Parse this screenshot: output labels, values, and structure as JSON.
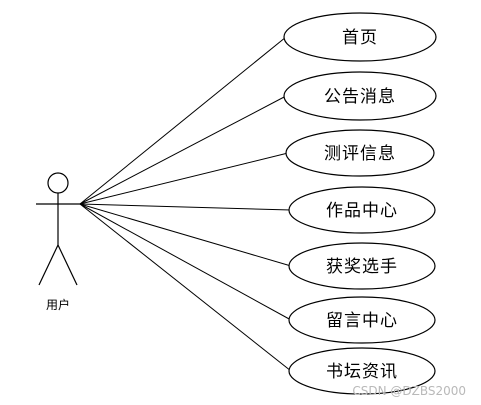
{
  "actor": {
    "label": "用户"
  },
  "use_cases": [
    {
      "label": "首页"
    },
    {
      "label": "公告消息"
    },
    {
      "label": "测评信息"
    },
    {
      "label": "作品中心"
    },
    {
      "label": "获奖选手"
    },
    {
      "label": "留言中心"
    },
    {
      "label": "书坛资讯"
    }
  ],
  "watermark": "CSDN @DZBS2000"
}
